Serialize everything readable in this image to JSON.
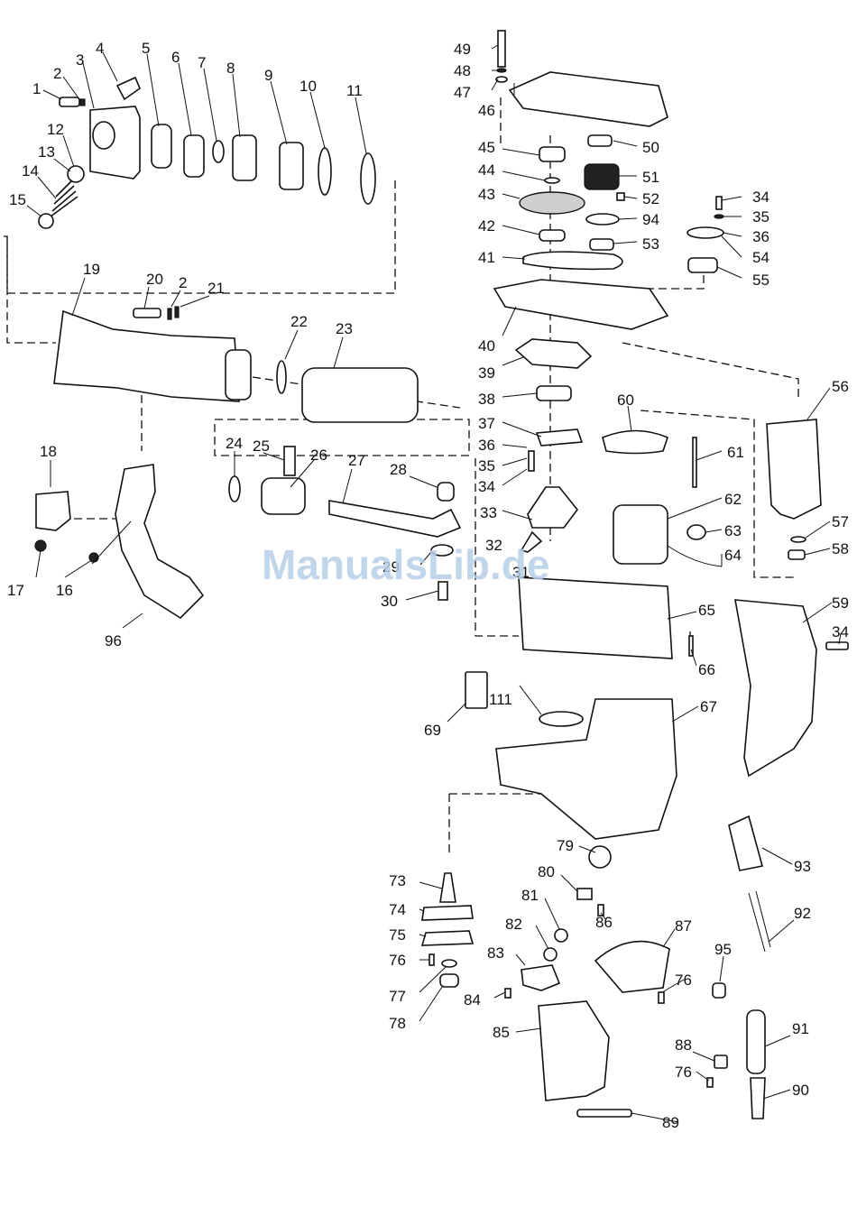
{
  "diagram": {
    "labels": [
      "1",
      "2",
      "3",
      "4",
      "5",
      "6",
      "7",
      "8",
      "9",
      "10",
      "11",
      "12",
      "13",
      "14",
      "15",
      "16",
      "17",
      "18",
      "19",
      "20",
      "2",
      "21",
      "22",
      "23",
      "24",
      "25",
      "26",
      "27",
      "28",
      "29",
      "30",
      "31",
      "32",
      "33",
      "34",
      "35",
      "36",
      "37",
      "38",
      "39",
      "40",
      "41",
      "42",
      "43",
      "44",
      "45",
      "46",
      "47",
      "48",
      "49",
      "50",
      "51",
      "52",
      "53",
      "54",
      "55",
      "56",
      "57",
      "58",
      "59",
      "60",
      "61",
      "62",
      "63",
      "64",
      "65",
      "66",
      "67",
      "69",
      "111",
      "73",
      "74",
      "75",
      "76",
      "77",
      "78",
      "79",
      "80",
      "81",
      "82",
      "83",
      "84",
      "85",
      "86",
      "87",
      "76",
      "88",
      "76",
      "89",
      "90",
      "91",
      "92",
      "93",
      "95",
      "96",
      "34",
      "35",
      "36",
      "94",
      "34"
    ],
    "watermark": "ManualsLib.de"
  }
}
